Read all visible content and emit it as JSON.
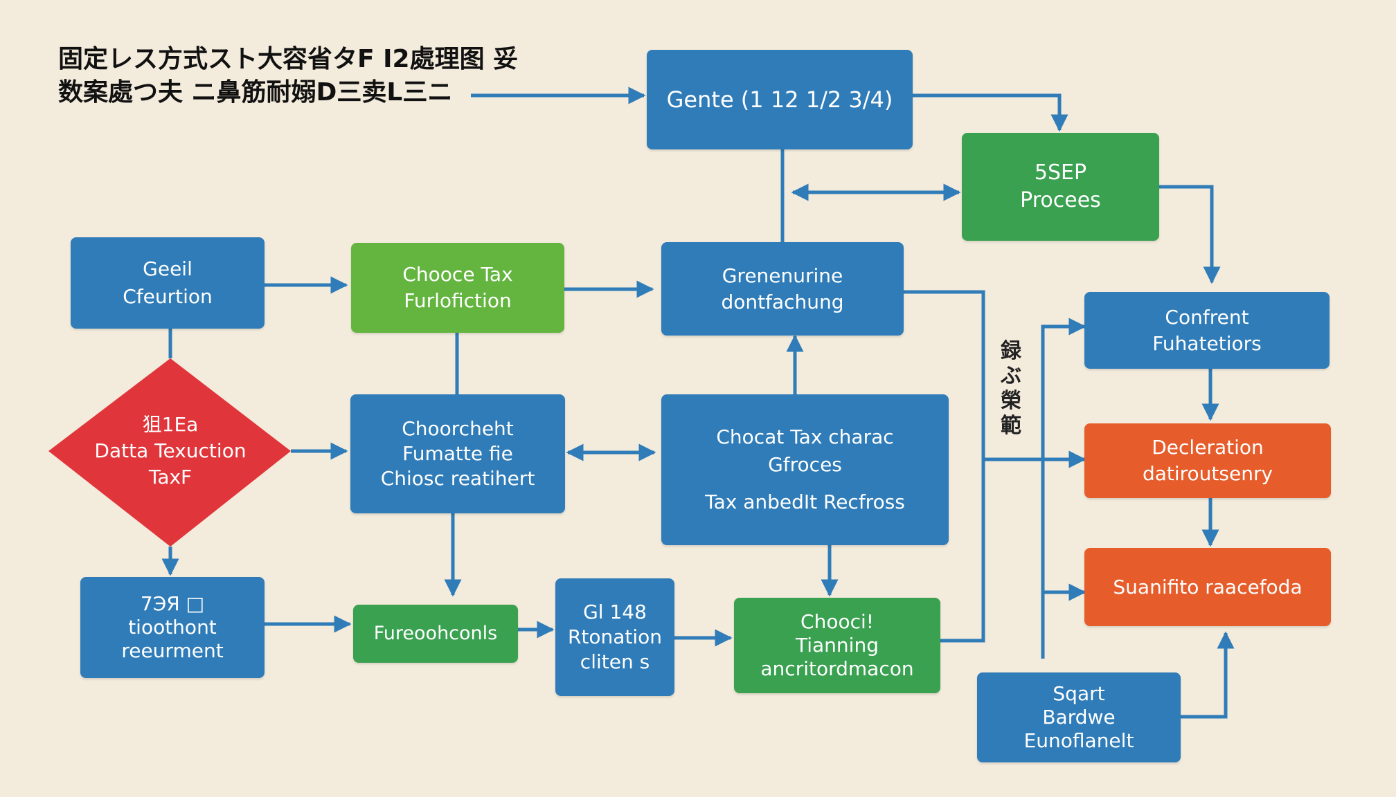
{
  "title": {
    "lines": [
      "固定レス方式スト大容省タF I2處理图 妥",
      "数案處つ夫 ニ鼻筋耐嫋D三卖L三ニ"
    ]
  },
  "side_label": {
    "lines": [
      "録",
      "ぶ",
      "榮",
      "範"
    ]
  },
  "diamond": {
    "lines": [
      "狙1Eа",
      "Datta Texuction",
      "TaxF"
    ]
  },
  "nodes": {
    "gente": [
      "Gente (1 12 1/2 3/4)"
    ],
    "sep": [
      "5SEP",
      "Procees"
    ],
    "geeil": [
      "Geeil",
      "Cfeurtion"
    ],
    "choose_tax": [
      "Chooce Tax",
      "Furlofiction"
    ],
    "grenenurine": [
      "Grenenurine",
      "dontfachung"
    ],
    "confrent": [
      "Confrent",
      "Fuhatetiors"
    ],
    "choocheht": [
      "Choorcheht",
      "Fumatte fie",
      "Chiosc reatihert"
    ],
    "chocat": [
      "Chocat Tax charac",
      "Gfroces",
      "Tax anbedIt Recfross"
    ],
    "decleration": [
      "Decleration",
      "datiroutsenry"
    ],
    "suanifito": [
      "Suanifito raacefoda"
    ],
    "e7": [
      "7ЭЯ □",
      "tioothont",
      "reeurment"
    ],
    "fureoch": [
      "Fureoohconls"
    ],
    "gi148": [
      "Gl 148",
      "Rtonation",
      "cliten s"
    ],
    "chooci": [
      "Chooci!",
      "Tianning",
      "ancritordmacon"
    ],
    "sqart": [
      "Sqart",
      "Bardwe",
      "Eunoflanelt"
    ]
  },
  "colors": {
    "background": "#f3ebdc",
    "blue": "#2f7cb8",
    "green": "#3aa151",
    "lime": "#63b53f",
    "orange": "#e65c2a",
    "red": "#e0353a",
    "arrow": "#2f7cb8"
  }
}
